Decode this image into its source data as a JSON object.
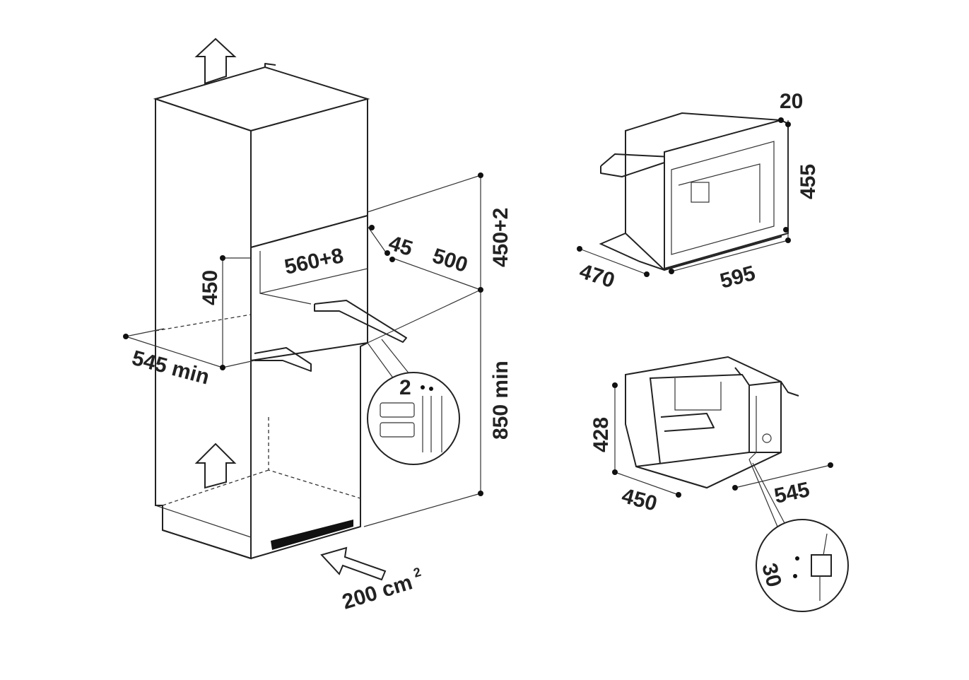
{
  "cabinet": {
    "niche_height": "450+2",
    "floor_to_niche": "850 min",
    "niche_depth": "500",
    "rear_gap": "45",
    "niche_width": "560+8",
    "side_height": "450",
    "cabinet_depth": "545 min",
    "ventilation_area": "200 cm",
    "ventilation_area_superscript": "2",
    "detail_gap": "2"
  },
  "appliance_front": {
    "frame_thickness": "20",
    "height": "455",
    "depth": "470",
    "width": "595"
  },
  "appliance_rear": {
    "height": "428",
    "depth": "450",
    "width": "545",
    "plug_offset": "30"
  },
  "colors": {
    "line": "#222222",
    "background": "#ffffff"
  }
}
